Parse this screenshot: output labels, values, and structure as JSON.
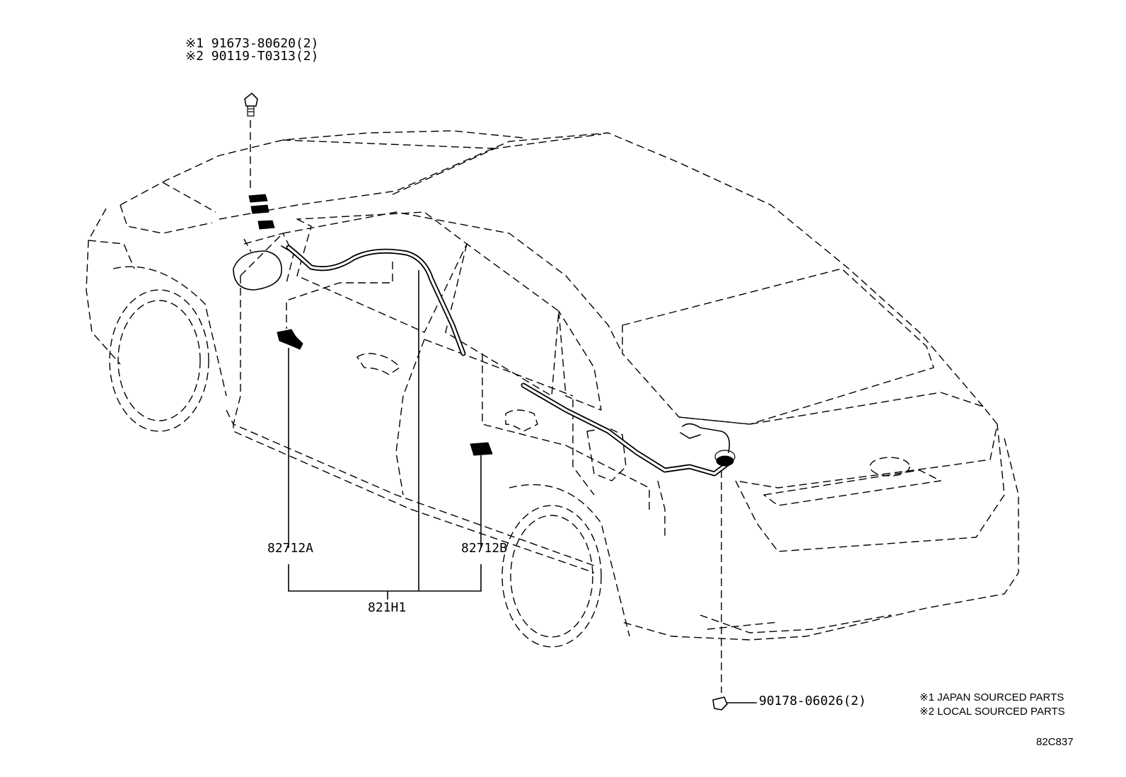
{
  "labels": {
    "bolt_top_line1": "※1 91673-80620(2)",
    "bolt_top_line2": "※2 90119-T0313(2)",
    "connector_a": "82712A",
    "connector_b": "82712B",
    "assembly": "821H1",
    "clip_bottom": "90178-06026(2)",
    "note_1": "※1 JAPAN SOURCED PARTS",
    "note_2": "※2 LOCAL SOURCED PARTS",
    "diagram_code": "82C837"
  },
  "icons": [
    "bolt-icon",
    "clip-icon",
    "connector-icon",
    "grommet-icon",
    "wire-harness-icon",
    "vehicle-outline-icon"
  ]
}
